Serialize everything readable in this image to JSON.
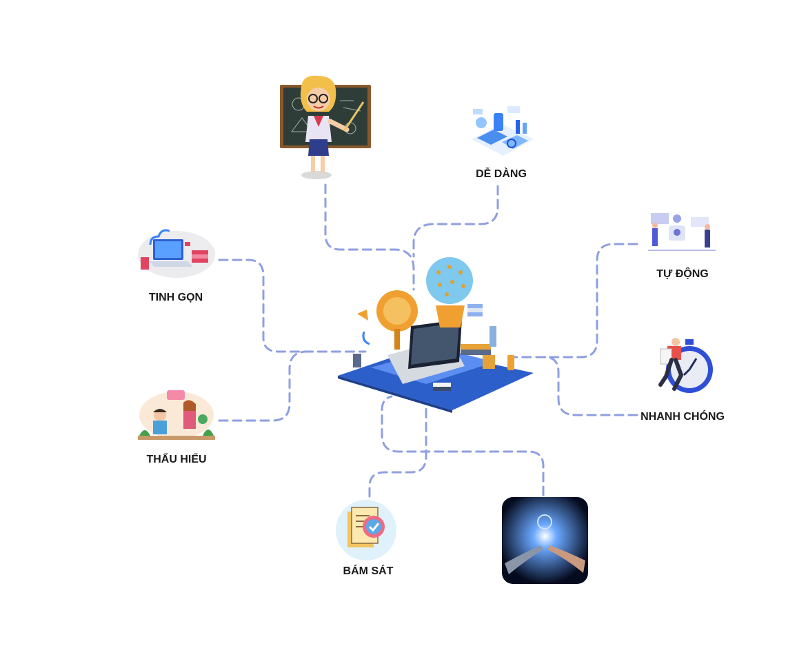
{
  "nodes": {
    "de_dang": {
      "label": "DỄ DÀNG",
      "icon": "data-dashboard-icon"
    },
    "tinh_gon": {
      "label": "TINH GỌN",
      "icon": "cloud-laptop-icon"
    },
    "tu_dong": {
      "label": "TỰ ĐỘNG",
      "icon": "automation-robot-icon"
    },
    "thau_hieu": {
      "label": "THẤU HIỂU",
      "icon": "tutoring-icon"
    },
    "nhanh_chong": {
      "label": "NHANH CHÓNG",
      "icon": "stopwatch-runner-icon"
    },
    "bam_sat": {
      "label": "BÁM SÁT",
      "icon": "checklist-document-icon"
    },
    "teacher": {
      "icon": "teacher-blackboard-icon"
    },
    "ai": {
      "icon": "ai-robot-hand-icon"
    },
    "center": {
      "icon": "laptop-workspace-icon"
    }
  },
  "colors": {
    "connector": "#8f9fe0",
    "accent_blue": "#3d6fd9",
    "accent_orange": "#f0a030"
  }
}
